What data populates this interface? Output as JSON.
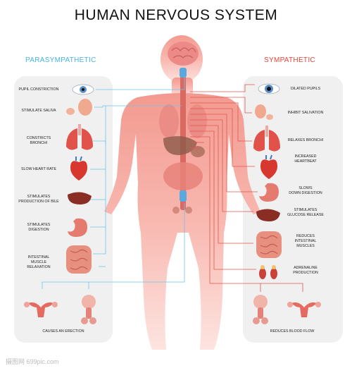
{
  "title": "HUMAN NERVOUS SYSTEM",
  "parasympathetic": {
    "heading": "PARASYMPATHETIC",
    "color": "#4ab4e6",
    "items": [
      {
        "label": "PUPIL CONSTRICTION",
        "icon": "eye-icon"
      },
      {
        "label": "STIMULATE SALIVA",
        "icon": "salivary-gland-icon"
      },
      {
        "label": "CONSTRICTS BRONCHI",
        "icon": "lungs-icon"
      },
      {
        "label": "SLOW HEART RATE",
        "icon": "heart-icon"
      },
      {
        "label": "STIMULATES\nPRODUCTION OF BILE",
        "icon": "liver-icon"
      },
      {
        "label": "STIMULATES\nDIGESTION",
        "icon": "stomach-icon"
      },
      {
        "label": "INTESTINAL\nMUSCLE\nRELAXATION",
        "icon": "intestine-icon"
      }
    ],
    "bottom_label": "CAUSES AN ERECTION"
  },
  "sympathetic": {
    "heading": "SYMPATHETIC",
    "color": "#e5453a",
    "items": [
      {
        "label": "DILATED PUPILS",
        "icon": "eye-icon"
      },
      {
        "label": "INHIBIT SALIVATION",
        "icon": "salivary-gland-icon"
      },
      {
        "label": "RELAXES BRONCHI",
        "icon": "lungs-icon"
      },
      {
        "label": "INCREASED\nHEARTBEAT",
        "icon": "heart-icon"
      },
      {
        "label": "SLOWS\nDOWN DIGESTION",
        "icon": "stomach-icon"
      },
      {
        "label": "STIMULATES\nGLUCOSE RELEASE",
        "icon": "liver-icon"
      },
      {
        "label": "REDUCES\nINTESTINAL\nMUSCLES",
        "icon": "intestine-icon"
      },
      {
        "label": "ADRENALINE\nPRODUCTION",
        "icon": "kidneys-icon"
      }
    ],
    "bottom_label": "REDUCES BLOOD FLOW"
  },
  "watermark": "摄图网 699pic.com",
  "colors": {
    "body": "#f7b3ab",
    "organ": "#d94a3c",
    "line_blue": "#6ec3ec",
    "line_red": "#e2574c"
  }
}
